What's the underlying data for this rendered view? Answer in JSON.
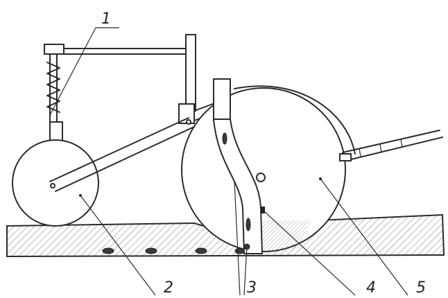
{
  "diagram": {
    "callouts": [
      {
        "id": "1",
        "label": "1"
      },
      {
        "id": "2",
        "label": "2"
      },
      {
        "id": "3",
        "label": "3"
      },
      {
        "id": "4",
        "label": "4"
      },
      {
        "id": "5",
        "label": "5"
      }
    ],
    "colors": {
      "line": "#2a2a2a",
      "soil_hatch": "#555555",
      "background": "#ffffff"
    }
  }
}
